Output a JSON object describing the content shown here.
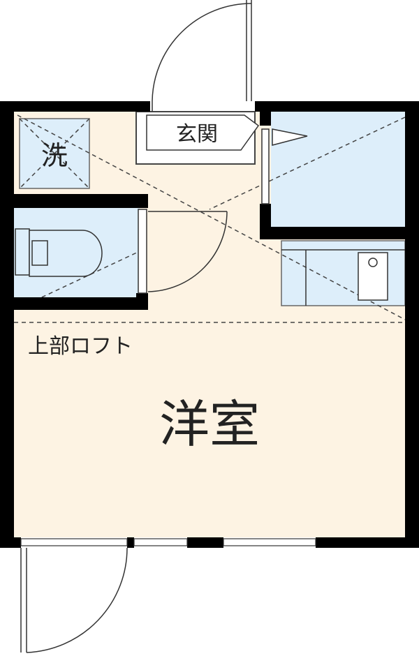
{
  "labels": {
    "entrance": "玄関",
    "laundry": "洗",
    "loft_note": "上部ロフト",
    "room": "洋室"
  },
  "colors": {
    "floor": "#fdf3e3",
    "wet_area": "#ddeefa",
    "wall": "#000000",
    "line": "#333333"
  },
  "icons": [
    "door-swing-icon",
    "toilet-icon",
    "sink-icon",
    "laundry-pan-icon"
  ]
}
